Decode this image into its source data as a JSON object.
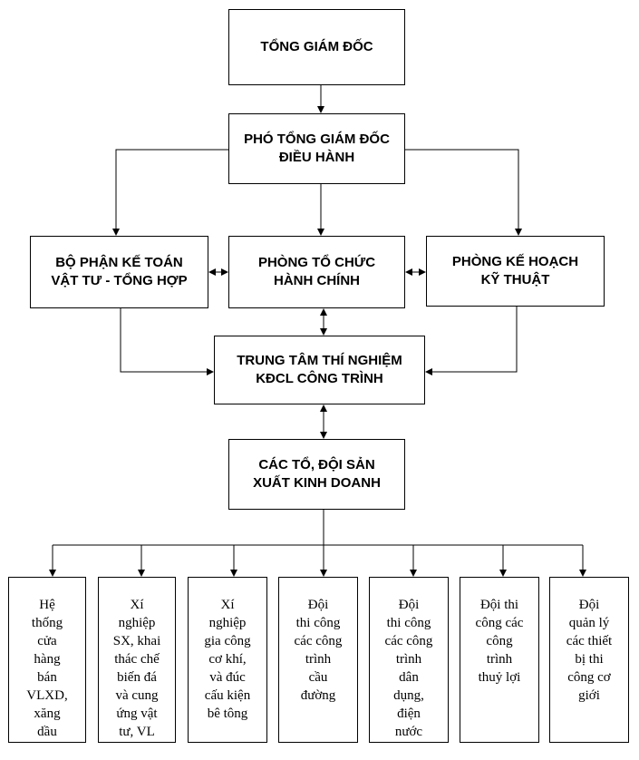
{
  "boxes": {
    "ceo": "TỔNG GIÁM ĐỐC",
    "vp": "PHÓ TỔNG GIÁM ĐỐC\nĐIỀU HÀNH",
    "accounting": "BỘ PHẬN KẾ TOÁN\nVẬT TƯ - TỔNG HỢP",
    "admin": "PHÒNG TỔ CHỨC\nHÀNH CHÍNH",
    "planning": "PHÒNG KẾ HOẠCH\nKỸ THUẬT",
    "lab": "TRUNG TÂM THÍ NGHIỆM\nKĐCL CÔNG TRÌNH",
    "production": "CÁC TỔ, ĐỘI SẢN\nXUẤT KINH DOANH"
  },
  "units": [
    "Hệ\nthống\ncửa\nhàng\nbán\nVLXD,\nxăng\ndầu",
    "Xí\nnghiệp\nSX, khai\nthác chế\nbiến đá\nvà cung\nứng vật\ntư, VL",
    "Xí\nnghiệp\ngia công\ncơ khí,\nvà đúc\ncấu kiện\nbê tông",
    "Đội\nthi công\ncác công\ntrình\ncầu\nđường",
    "Đội\nthi công\ncác công\ntrình\ndân\ndụng,\nđiện\nnước",
    "Đội thi\ncông các\ncông\ntrình\nthuỷ lợi",
    "Đội\nquản lý\ncác thiết\nbị thi\ncông cơ\ngiới"
  ]
}
